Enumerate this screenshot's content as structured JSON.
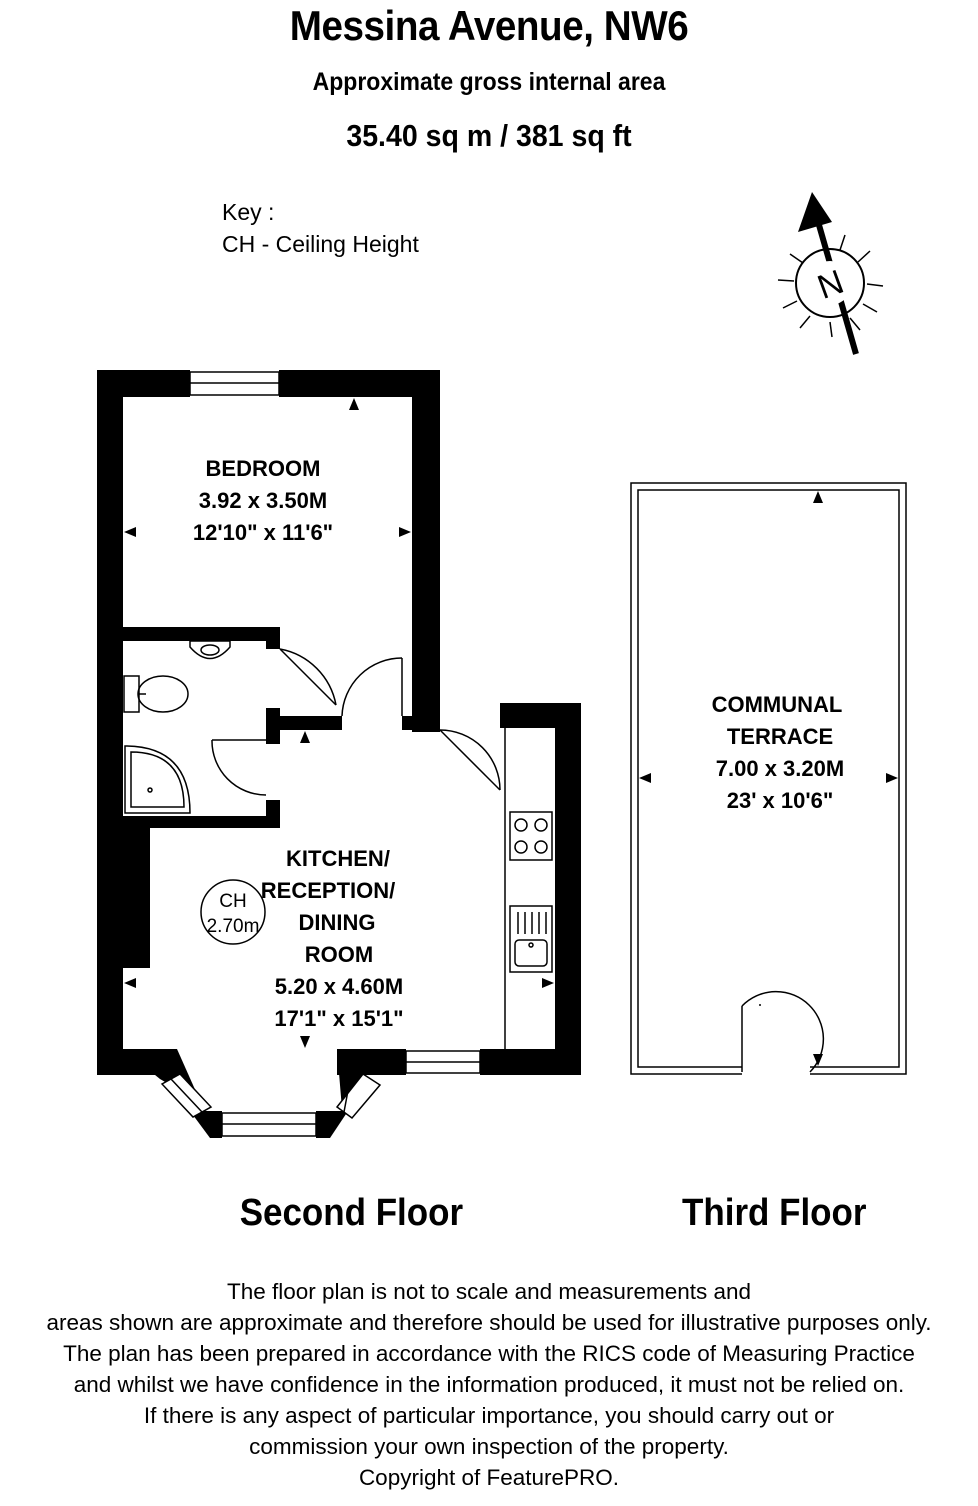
{
  "header": {
    "title": "Messina Avenue, NW6",
    "subtitle": "Approximate gross internal area",
    "area": "35.40 sq m /  381 sq ft"
  },
  "key": {
    "heading": "Key :",
    "entry": "CH - Ceiling Height"
  },
  "compass": {
    "letter": "N"
  },
  "rooms": {
    "bedroom": {
      "name": "BEDROOM",
      "metric": "3.92 x 3.50M",
      "imperial": "12'10\" x 11'6\""
    },
    "kitchen": {
      "line1": "KITCHEN/",
      "line2": "RECEPTION/",
      "line3": "DINING",
      "line4": "ROOM",
      "metric": "5.20 x 4.60M",
      "imperial": "17'1\" x 15'1\""
    },
    "terrace": {
      "line1": "COMMUNAL",
      "line2": "TERRACE",
      "metric": "7.00 x 3.20M",
      "imperial": "23' x 10'6\""
    }
  },
  "ceiling_height": {
    "label": "CH",
    "value": "2.70m"
  },
  "floors": {
    "second": "Second Floor",
    "third": "Third Floor"
  },
  "disclaimer": [
    "The floor plan is not to scale and measurements and",
    "areas shown are approximate and therefore should be used for illustrative purposes only.",
    "The plan has been prepared in accordance with the RICS code of Measuring Practice",
    "and whilst we have confidence in the information produced, it must not be relied on.",
    "If there is any aspect of particular importance, you should carry out or",
    "commission your own inspection of the property.",
    "Copyright of FeaturePRO."
  ]
}
